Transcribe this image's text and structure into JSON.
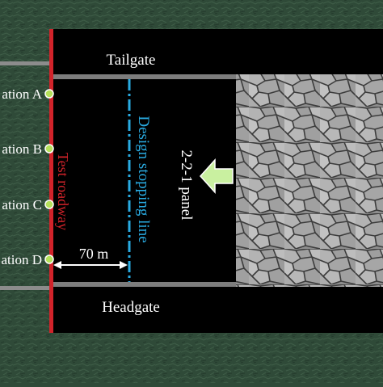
{
  "labels": {
    "tailgate": "Tailgate",
    "headgate": "Headgate",
    "test_roadway": "Test roadway",
    "stopping_line": "Design stopping line",
    "panel": "2-2-1 panel",
    "distance": "70 m"
  },
  "stations": [
    {
      "name": "station-a",
      "label": "ation A"
    },
    {
      "name": "station-b",
      "label": "ation B"
    },
    {
      "name": "station-c",
      "label": "ation C"
    },
    {
      "name": "station-d",
      "label": "ation D"
    }
  ],
  "colors": {
    "ground": "#2f4a38",
    "roadway": "#000000",
    "test_roadway": "#d2232a",
    "stopping_line": "#29abe2",
    "station_marker": "#b5e05a",
    "arrow": "#c9f0a0",
    "goaf": "#9a9a9a"
  },
  "icons": {
    "direction": "arrow-left-icon",
    "station": "circle-marker-icon"
  }
}
